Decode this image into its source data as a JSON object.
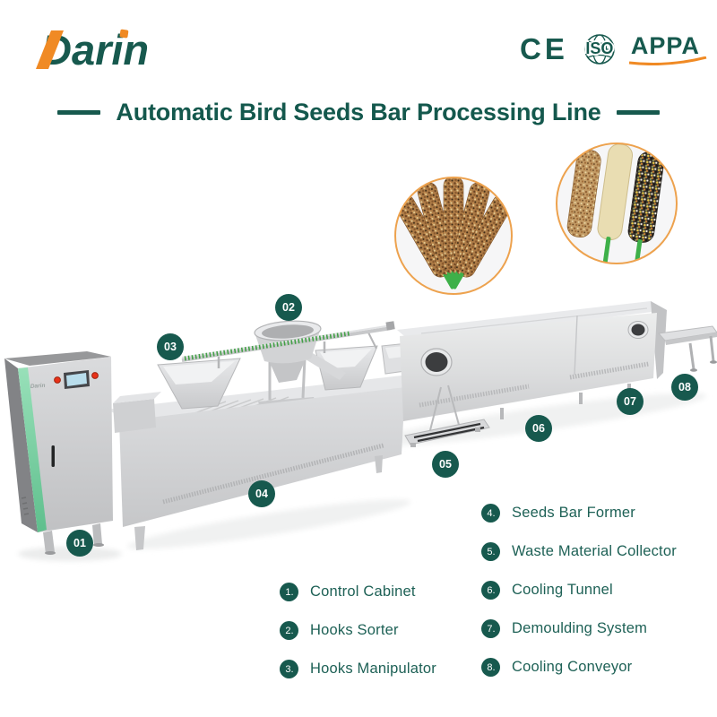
{
  "header": {
    "logo": "Darin",
    "certs": [
      "CE",
      "ISO",
      "APPA"
    ]
  },
  "title": {
    "text": "Automatic Bird Seeds Bar Processing Line"
  },
  "machine": {
    "badges": [
      "01",
      "02",
      "03",
      "04",
      "05",
      "06",
      "07",
      "08"
    ],
    "cabinet_logo": "Darin"
  },
  "legend": {
    "items": [
      {
        "num": "1.",
        "label": "Control Cabinet"
      },
      {
        "num": "2.",
        "label": "Hooks Sorter"
      },
      {
        "num": "3.",
        "label": "Hooks Manipulator"
      },
      {
        "num": "4.",
        "label": "Seeds Bar Former"
      },
      {
        "num": "5.",
        "label": "Waste Material Collector"
      },
      {
        "num": "6.",
        "label": "Cooling Tunnel"
      },
      {
        "num": "7.",
        "label": "Demoulding System"
      },
      {
        "num": "8.",
        "label": "Cooling Conveyor"
      }
    ]
  },
  "colors": {
    "brand_teal": "#17594E",
    "accent_orange": "#F08A24",
    "mint_green": "#7ED3A6",
    "hook_green": "#43A047"
  }
}
